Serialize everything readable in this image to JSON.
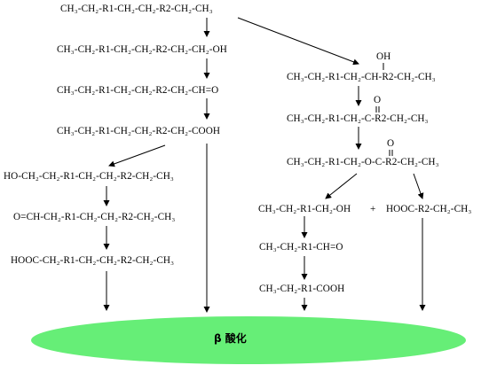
{
  "left_chain": {
    "f1": "CH₃-CH₂-R1-CH₂-CH₂-R2-CH₂-CH₃",
    "f2": "CH₃-CH₂-R1-CH₂-CH₂-R2-CH₂-CH₂-OH",
    "f3": "CH₃-CH₂-R1-CH₂-CH₂-R2-CH₂-CH=O",
    "f4": "CH₃-CH₂-R1-CH₂-CH₂-R2-CH₂-COOH"
  },
  "branch_a": {
    "f1": "HO-CH₂-CH₂-R1-CH₂-CH₂-R2-CH₂-CH₃",
    "f2": "O=CH-CH₂-R1-CH₂-CH₂-R2-CH₂-CH₃",
    "f3": "HOOC-CH₂-R1-CH₂-CH₂-R2-CH₂-CH₃"
  },
  "right_chain": {
    "oh_label": "OH",
    "f1": "CH₃-CH₂-R1-CH₂-CH-R2-CH₂-CH₃",
    "o_label_1": "O",
    "f2": "CH₃-CH₂-R1-CH₂-C-R2-CH₂-CH₃",
    "o_label_2": "O",
    "f3": "CH₃-CH₂-R1-CH₂-O-C-R2-CH₂-CH₃"
  },
  "split": {
    "alcohol": "CH₃-CH₂-R1-CH₂-OH",
    "plus": "+",
    "acid": "HOOC-R2-CH₂-CH₃",
    "aldehyde": "CH₃-CH₂-R1-CH=O",
    "final_acid": "CH₃-CH₂-R1-COOH"
  },
  "ellipse": {
    "label": "β 酸化",
    "fill": "#66ee77"
  }
}
